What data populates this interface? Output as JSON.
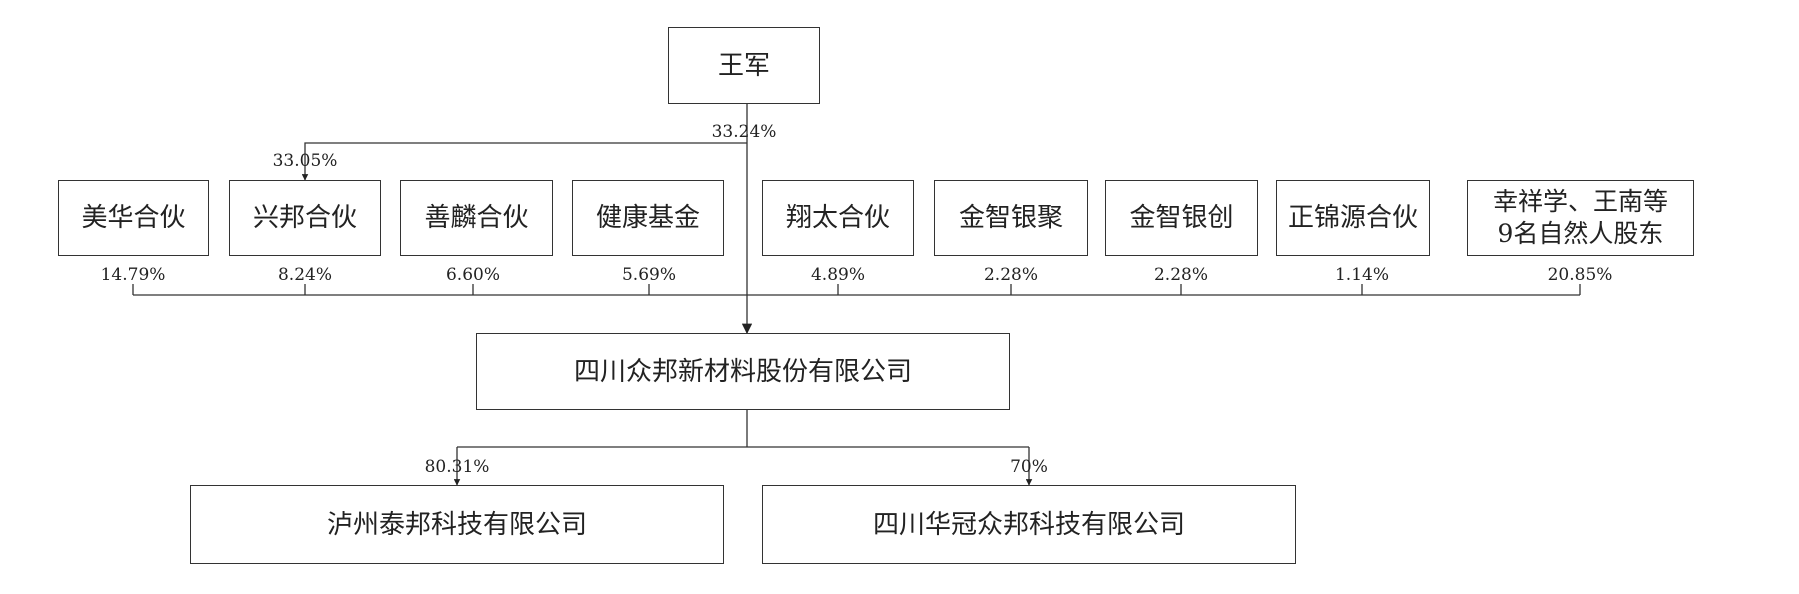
{
  "top_shareholder": {
    "name": "王军",
    "pct": "33.24%"
  },
  "xingbang_pct": "33.05%",
  "shareholders": [
    {
      "name": "美华合伙",
      "pct": "14.79%"
    },
    {
      "name": "兴邦合伙",
      "pct": "8.24%"
    },
    {
      "name": "善麟合伙",
      "pct": "6.60%"
    },
    {
      "name": "健康基金",
      "pct": "5.69%"
    },
    {
      "name": "翔太合伙",
      "pct": "4.89%"
    },
    {
      "name": "金智银聚",
      "pct": "2.28%"
    },
    {
      "name": "金智银创",
      "pct": "2.28%"
    },
    {
      "name": "正锦源合伙",
      "pct": "1.14%"
    },
    {
      "name": "幸祥学、王南等\n9名自然人股东",
      "pct": "20.85%"
    }
  ],
  "company": {
    "name": "四川众邦新材料股份有限公司"
  },
  "subsidiaries": [
    {
      "name": "泸州泰邦科技有限公司",
      "pct": "80.31%"
    },
    {
      "name": "四川华冠众邦科技有限公司",
      "pct": "70%"
    }
  ],
  "colors": {
    "line": "#333333",
    "text": "#222222"
  }
}
